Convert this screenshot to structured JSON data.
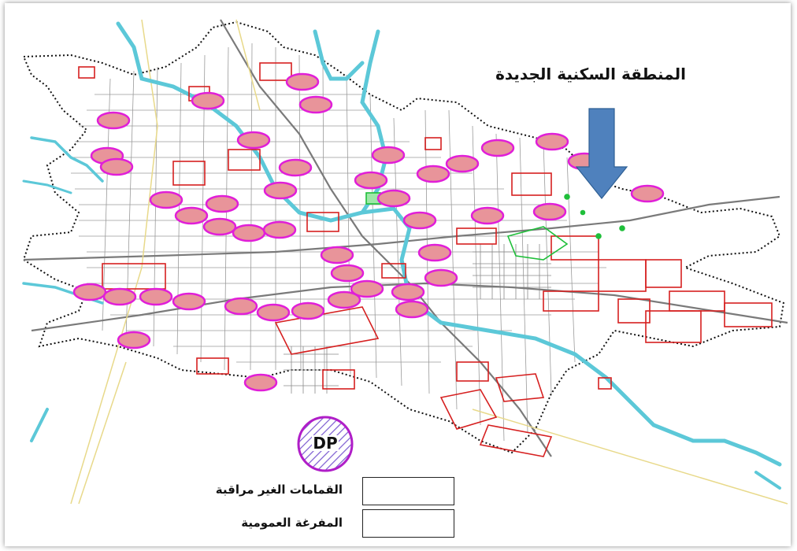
{
  "annotation": {
    "new_residential_area": "المنطقة السكنية الجديدة",
    "arrow_color": "#4f81bd"
  },
  "dump_site": {
    "label": "DP"
  },
  "legend": {
    "items": [
      {
        "label": "القمامات الغير مراقبة",
        "symbol": "uncontrolled-dump-marker"
      },
      {
        "label": "المفرغة العمومية",
        "symbol": "public-landfill-marker"
      }
    ]
  },
  "colors": {
    "dump_fill": "#e8949a",
    "dump_stroke": "#e01ed8",
    "landfill_stroke": "#b01ec8",
    "landfill_hatch": "#7a5ad0",
    "river": "#5cc8d8",
    "building": "#d62020",
    "road": "#8a8a8a",
    "boundary": "#111111",
    "green_space": "#1fbf3a"
  }
}
